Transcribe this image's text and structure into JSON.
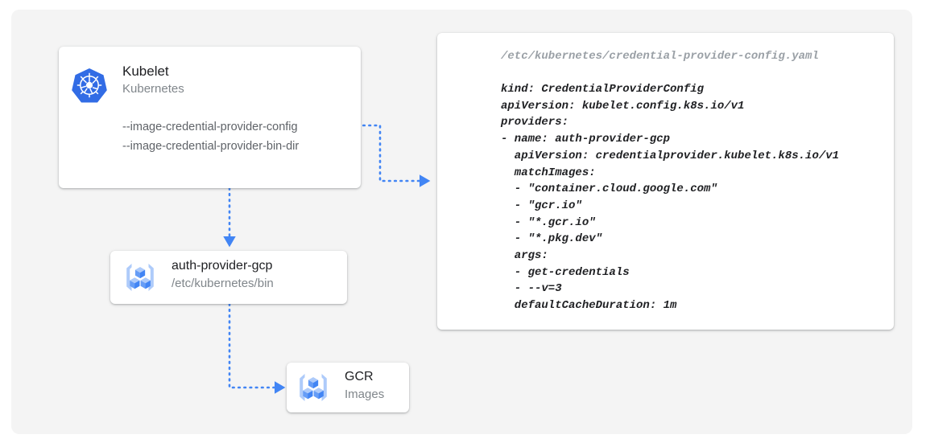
{
  "theme": {
    "page_bg": "#ffffff",
    "panel_bg": "#f4f4f4",
    "accent_blue": "#4285f4",
    "k8s_blue": "#326ce5",
    "title_color": "#202124",
    "subtitle_color": "#80868b",
    "code_path_color": "#9aa0a6"
  },
  "diagram": {
    "kubelet_card": {
      "icon": "kubernetes-logo-icon",
      "title": "Kubelet",
      "subtitle": "Kubernetes",
      "flags": [
        "--image-credential-provider-config",
        "--image-credential-provider-bin-dir"
      ]
    },
    "auth_provider_card": {
      "icon": "gcp-container-registry-icon",
      "title": "auth-provider-gcp",
      "subtitle": "/etc/kubernetes/bin"
    },
    "gcr_card": {
      "icon": "gcp-container-registry-icon",
      "title": "GCR",
      "subtitle": "Images"
    },
    "code_card": {
      "path": "/etc/kubernetes/credential-provider-config.yaml",
      "lines": [
        "kind: CredentialProviderConfig",
        "apiVersion: kubelet.config.k8s.io/v1",
        "providers:",
        "- name: auth-provider-gcp",
        "  apiVersion: credentialprovider.kubelet.k8s.io/v1",
        "  matchImages:",
        "  - \"container.cloud.google.com\"",
        "  - \"gcr.io\"",
        "  - \"*.gcr.io\"",
        "  - \"*.pkg.dev\"",
        "  args:",
        "  - get-credentials",
        "  - --v=3",
        "  defaultCacheDuration: 1m"
      ]
    },
    "connectors": [
      {
        "name": "kubelet-to-config",
        "style": "dotted",
        "arrow": "right"
      },
      {
        "name": "kubelet-to-auth-provider",
        "style": "dotted",
        "arrow": "down"
      },
      {
        "name": "auth-provider-to-gcr",
        "style": "dotted",
        "arrow": "right"
      }
    ]
  }
}
